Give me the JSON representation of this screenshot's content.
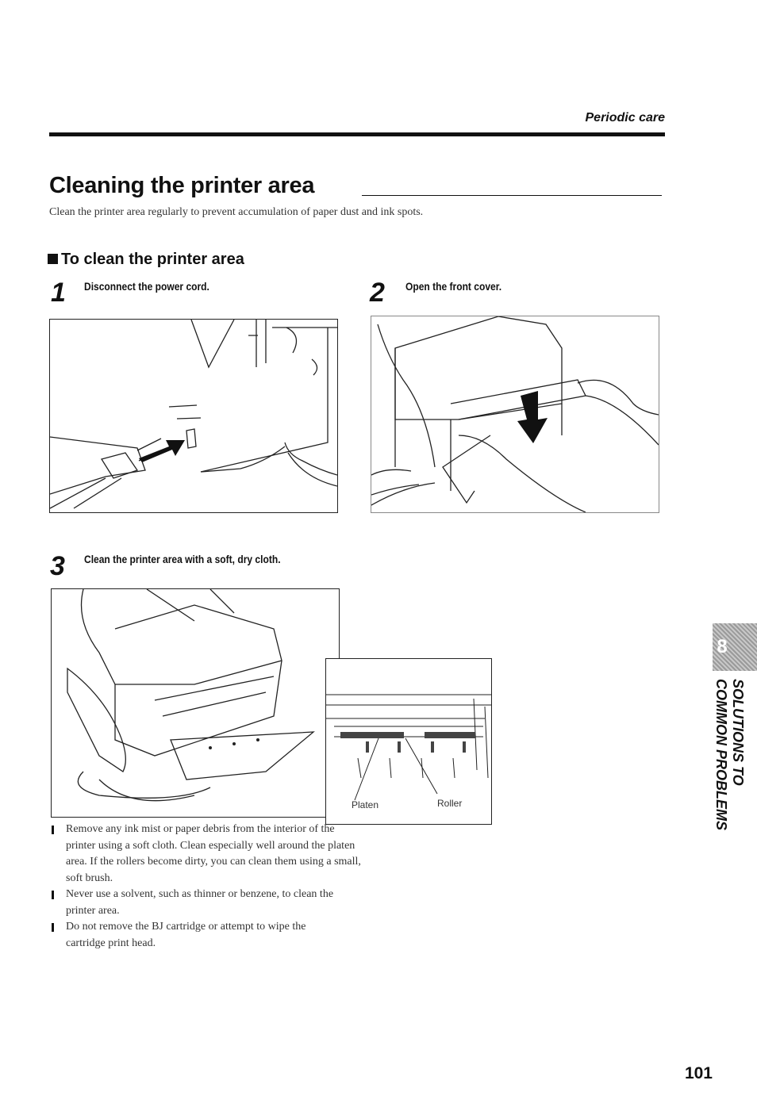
{
  "header": {
    "section": "Periodic care"
  },
  "title": "Cleaning the printer area",
  "intro": "Clean the printer area regularly to prevent accumulation of paper dust and ink spots.",
  "subheading": "To clean the printer area",
  "steps": [
    {
      "num": "1",
      "text": "Disconnect the power cord."
    },
    {
      "num": "2",
      "text": "Open the front cover."
    },
    {
      "num": "3",
      "text": "Clean the printer area with a soft, dry cloth."
    }
  ],
  "figure_labels": {
    "platen": "Platen",
    "roller": "Roller"
  },
  "notes": [
    "Remove any ink mist or paper debris from the interior of the printer using a soft cloth. Clean especially well around the platen area. If the rollers become dirty, you can clean them using a small, soft brush.",
    "Never use a solvent, such as thinner or benzene, to clean the printer area.",
    "Do not remove the BJ cartridge or attempt to wipe the cartridge print head."
  ],
  "chapter": {
    "number": "8",
    "line1": "SOLUTIONS TO",
    "line2": "COMMON PROBLEMS"
  },
  "page_number": "101"
}
